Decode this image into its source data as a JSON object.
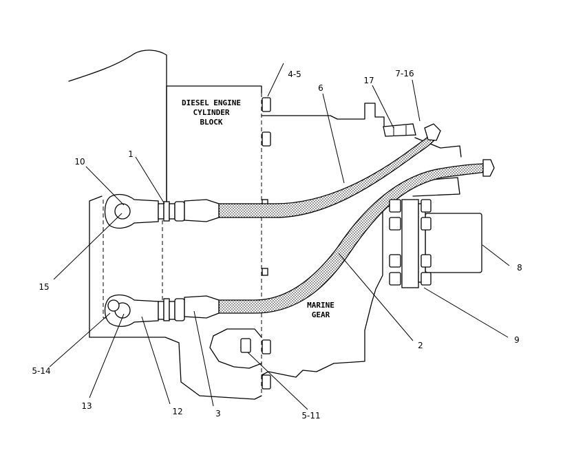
{
  "labels": {
    "engine_line1": "DIESEL ENGINE",
    "engine_line2": "CYLINDER",
    "engine_line3": "BLOCK",
    "gear_line1": "MARINE",
    "gear_line2": "GEAR"
  },
  "callouts": [
    {
      "id": "c-4-5",
      "text": "4-5"
    },
    {
      "id": "c-6",
      "text": "6"
    },
    {
      "id": "c-17",
      "text": "17"
    },
    {
      "id": "c-7-16",
      "text": "7-16"
    },
    {
      "id": "c-10",
      "text": "10"
    },
    {
      "id": "c-1",
      "text": "1"
    },
    {
      "id": "c-8",
      "text": "8"
    },
    {
      "id": "c-15",
      "text": "15"
    },
    {
      "id": "c-9",
      "text": "9"
    },
    {
      "id": "c-2",
      "text": "2"
    },
    {
      "id": "c-5-14",
      "text": "5-14"
    },
    {
      "id": "c-13",
      "text": "13"
    },
    {
      "id": "c-12",
      "text": "12"
    },
    {
      "id": "c-3",
      "text": "3"
    },
    {
      "id": "c-5-11",
      "text": "5-11"
    }
  ]
}
